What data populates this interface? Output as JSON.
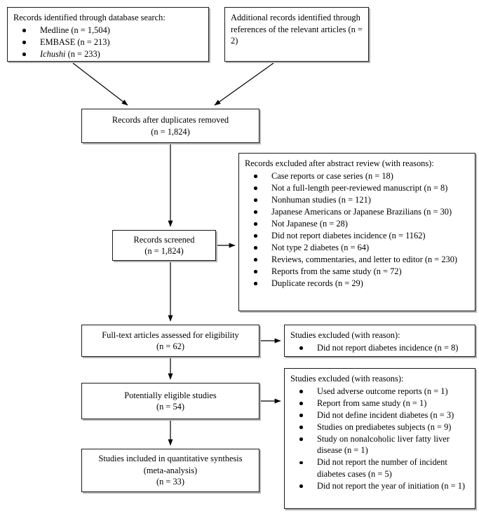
{
  "diagram": {
    "title": "PRISMA study selection flow diagram",
    "type": "flowchart",
    "colors": {
      "box_border": "#1a1a1a",
      "box_shadow": "#b4b4b4",
      "background": "#ffffff",
      "text": "#000000",
      "arrow": "#000000"
    }
  },
  "boxes": {
    "database": {
      "header": "Records identified through database search:",
      "items": [
        "Medline (n = 1,504)",
        "EMBASE (n = 213)",
        "Ichushi (n = 233)"
      ],
      "italic_items": [
        {
          "italic": "Ichushi",
          "rest": " (n = 233)"
        }
      ]
    },
    "additional": {
      "text": "Additional records identified through references of the relevant articles (n = 2)"
    },
    "duplicates": {
      "line1": "Records after duplicates removed",
      "line2": "(n = 1,824)"
    },
    "screened": {
      "line1": "Records screened",
      "line2": "(n = 1,824)"
    },
    "excluded_abstract": {
      "header": "Records excluded after abstract review (with reasons):",
      "items": [
        "Case reports or case series (n = 18)",
        "Not a full-length peer-reviewed manuscript (n = 8)",
        "Nonhuman studies (n = 121)",
        "Japanese Americans or Japanese Brazilians (n = 30)",
        "Not Japanese (n = 28)",
        "Did not report diabetes incidence (n = 1162)",
        "Not type 2 diabetes (n = 64)",
        "Reviews, commentaries, and letter to editor (n = 230)",
        "Reports from the same study (n = 72)",
        "Duplicate records (n = 29)"
      ]
    },
    "fulltext": {
      "line1": "Full-text articles assessed for eligibility",
      "line2": "(n = 62)"
    },
    "excluded_fulltext": {
      "header": "Studies excluded (with reason):",
      "items": [
        "Did not report diabetes incidence (n = 8)"
      ]
    },
    "eligible": {
      "line1": "Potentially eligible studies",
      "line2": "(n = 54)"
    },
    "excluded_eligible": {
      "header": "Studies excluded (with reasons):",
      "items": [
        "Used adverse outcome reports (n = 1)",
        "Report from same study (n = 1)",
        "Did not define incident diabetes (n = 3)",
        "Studies on prediabetes subjects (n = 9)",
        "Study on nonalcoholic liver fatty liver disease (n = 1)",
        "Did not report the number of incident diabetes cases (n = 5)",
        "Did not report the year of initiation (n = 1)"
      ]
    },
    "included": {
      "line1": "Studies included in quantitative synthesis",
      "line2": "(meta-analysis)",
      "line3": "(n = 33)"
    }
  }
}
